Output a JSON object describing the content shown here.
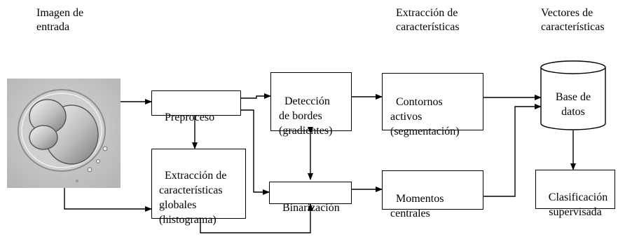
{
  "headers": {
    "input_image": "Imagen de\nentrada",
    "feature_extraction": "Extracción de\ncaracterísticas",
    "feature_vectors": "Vectores de\ncaracterísticas"
  },
  "boxes": {
    "preprocess": "Preproceso",
    "edge_detection": "Detección\nde bordes\n(gradientes)",
    "active_contours": "Contornos\nactivos\n(segmentación)",
    "global_features": "Extracción de\ncaracterísticas\nglobales\n(histograma)",
    "binarization": "Binarización",
    "central_moments": "Momentos\ncentrales",
    "database": "Base de\ndatos",
    "supervised_classification": "Clasificación\nsupervisada"
  },
  "colors": {
    "line": "#000000",
    "image_bg": "#c9c9c9"
  }
}
